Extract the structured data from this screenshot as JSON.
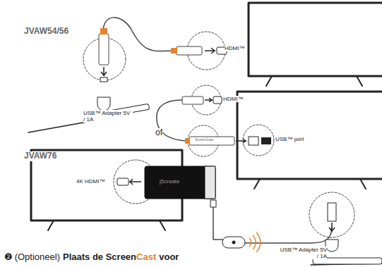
{
  "diagram": {
    "labels": [
      "JVAW54/56",
      "HDMI™",
      "USB™ Adapter 5V / 1A",
      "of",
      "HDMI™",
      "USB™ port",
      "JVAW76",
      "4K HDMI™",
      "USB™ Adapter 5V / 1A",
      "j5create",
      "ScreenCast",
      "❷",
      "(Optioneel)",
      "Plaats de Screen",
      "Cast",
      "voor"
    ]
  }
}
